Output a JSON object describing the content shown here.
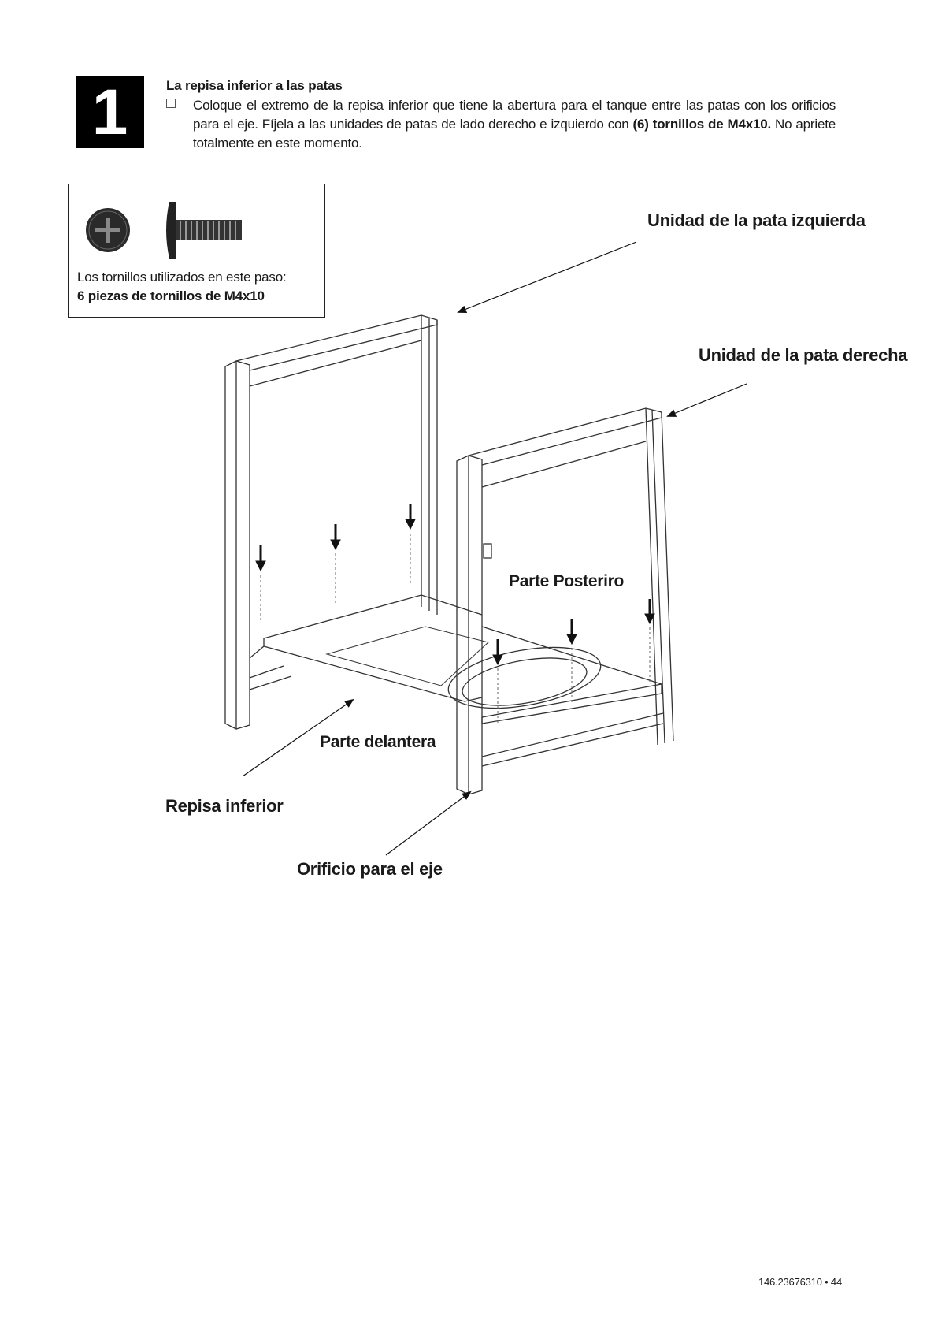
{
  "step": {
    "number": "1",
    "title": "La repisa inferior a las patas",
    "text_before": "Coloque el extremo de la repisa inferior que tiene la abertura para el tanque entre las patas con los orificios para el eje. Fíjela a las unidades de patas de lado derecho e izquierdo con ",
    "text_bold": "(6) tornillos de M4x10.",
    "text_after": " No apriete totalmente en este momento."
  },
  "parts": {
    "line1": "Los tornillos utilizados en este paso:",
    "line2": "6 piezas de tornillos de M4x10"
  },
  "labels": {
    "left_leg": "Unidad de la pata izquierda",
    "right_leg": "Unidad de la pata derecha",
    "rear": "Parte Posteriro",
    "front": "Parte delantera",
    "bottom_shelf": "Repisa inferior",
    "axle_hole": "Orificio para el eje"
  },
  "footer": "146.23676310 • 44"
}
